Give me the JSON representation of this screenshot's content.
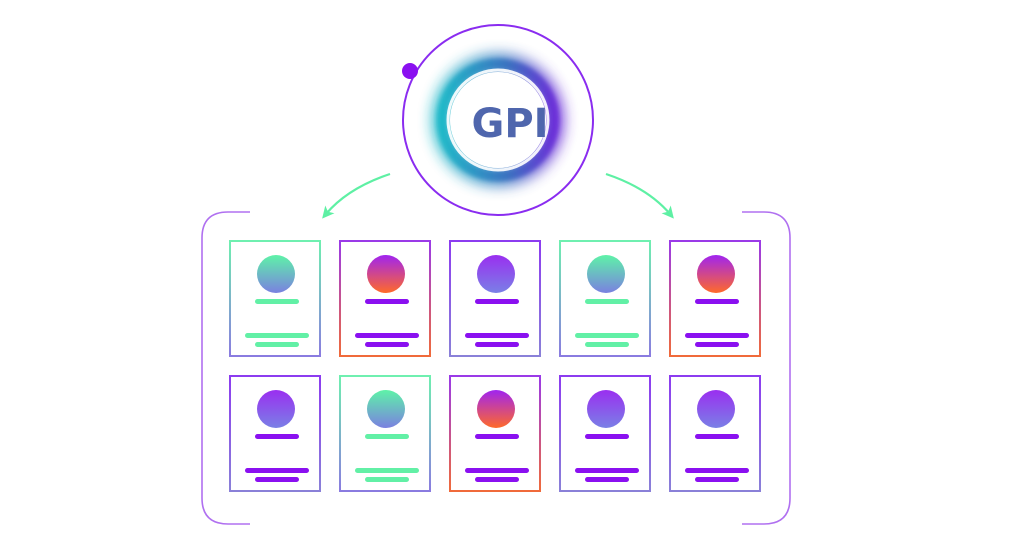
{
  "hub": {
    "label": "GPI",
    "accent_colors": [
      "#17b8c8",
      "#5a3fc8",
      "#8a10f0"
    ]
  },
  "arrow_color": "#5ef0a4",
  "bracket_color": "#b070f0",
  "cards": [
    {
      "theme": "green"
    },
    {
      "theme": "red"
    },
    {
      "theme": "purple"
    },
    {
      "theme": "green"
    },
    {
      "theme": "red"
    },
    {
      "theme": "purple"
    },
    {
      "theme": "green"
    },
    {
      "theme": "red"
    },
    {
      "theme": "purple"
    },
    {
      "theme": "purple"
    }
  ]
}
